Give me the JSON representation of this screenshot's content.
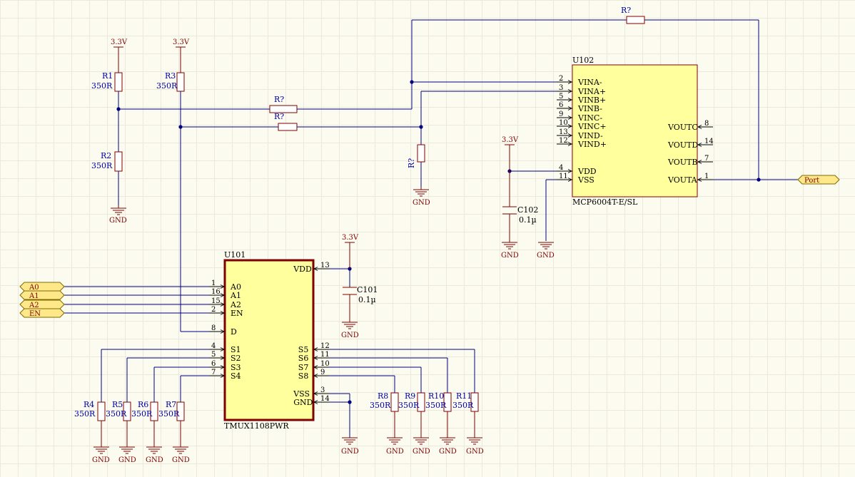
{
  "power": {
    "v33": "3.3V",
    "gnd": "GND"
  },
  "resistors": {
    "R1": {
      "ref": "R1",
      "value": "350R"
    },
    "R2": {
      "ref": "R2",
      "value": "350R"
    },
    "R3": {
      "ref": "R3",
      "value": "350R"
    },
    "R4": {
      "ref": "R4",
      "value": "350R"
    },
    "R5": {
      "ref": "R5",
      "value": "350R"
    },
    "R6": {
      "ref": "R6",
      "value": "350R"
    },
    "R7": {
      "ref": "R7",
      "value": "350R"
    },
    "R8": {
      "ref": "R8",
      "value": "350R"
    },
    "R9": {
      "ref": "R9",
      "value": "350R"
    },
    "R10": {
      "ref": "R10",
      "value": "350R"
    },
    "R11": {
      "ref": "R11",
      "value": "350R"
    },
    "unnamed": "R?"
  },
  "capacitors": {
    "C101": {
      "ref": "C101",
      "value": "0.1µ"
    },
    "C102": {
      "ref": "C102",
      "value": "0.1µ"
    }
  },
  "u101": {
    "ref": "U101",
    "part": "TMUX1108PWR",
    "left_pins": [
      {
        "name": "A0",
        "num": "1"
      },
      {
        "name": "A1",
        "num": "16"
      },
      {
        "name": "A2",
        "num": "15"
      },
      {
        "name": "EN",
        "num": "2"
      },
      {
        "name": "D",
        "num": "8"
      },
      {
        "name": "S1",
        "num": "4"
      },
      {
        "name": "S2",
        "num": "5"
      },
      {
        "name": "S3",
        "num": "6"
      },
      {
        "name": "S4",
        "num": "7"
      }
    ],
    "right_pins": [
      {
        "name": "VDD",
        "num": "13"
      },
      {
        "name": "S5",
        "num": "12"
      },
      {
        "name": "S6",
        "num": "11"
      },
      {
        "name": "S7",
        "num": "10"
      },
      {
        "name": "S8",
        "num": "9"
      },
      {
        "name": "VSS",
        "num": "3"
      },
      {
        "name": "GND",
        "num": "14"
      }
    ]
  },
  "u102": {
    "ref": "U102",
    "part": "MCP6004T-E/SL",
    "left_pins": [
      {
        "name": "VINA-",
        "num": "2"
      },
      {
        "name": "VINA+",
        "num": "3"
      },
      {
        "name": "VINB+",
        "num": "5"
      },
      {
        "name": "VINB-",
        "num": "6"
      },
      {
        "name": "VINC-",
        "num": "9"
      },
      {
        "name": "VINC+",
        "num": "10"
      },
      {
        "name": "VIND-",
        "num": "13"
      },
      {
        "name": "VIND+",
        "num": "12"
      },
      {
        "name": "VDD",
        "num": "4"
      },
      {
        "name": "VSS",
        "num": "11"
      }
    ],
    "right_pins": [
      {
        "name": "VOUTC",
        "num": "8"
      },
      {
        "name": "VOUTD",
        "num": "14"
      },
      {
        "name": "VOUTB",
        "num": "7"
      },
      {
        "name": "VOUTA",
        "num": "1"
      }
    ]
  },
  "ports": {
    "a0": "A0",
    "a1": "A1",
    "a2": "A2",
    "en": "EN",
    "out": "Port"
  }
}
